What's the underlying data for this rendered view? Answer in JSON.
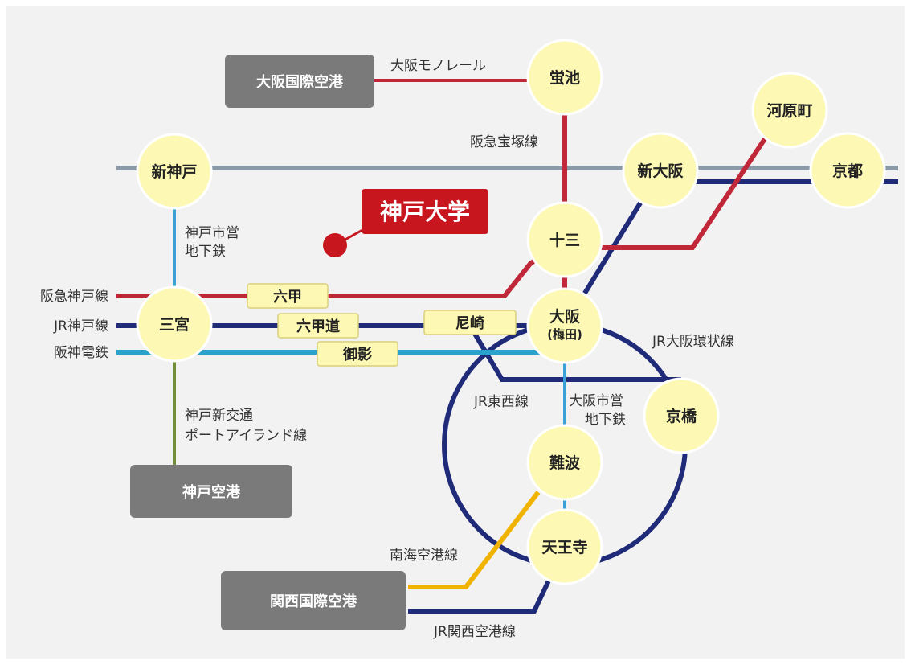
{
  "university": {
    "label": "神戸大学",
    "color": "#c8161e"
  },
  "stations": {
    "shinkobe": "新神戸",
    "hotarugaike": "蛍池",
    "kawaramachi": "河原町",
    "shinosaka": "新大阪",
    "kyoto": "京都",
    "juso": "十三",
    "sannomiya": "三宮",
    "osaka": "大阪",
    "umeda": "(梅田)",
    "kyobashi": "京橋",
    "namba": "難波",
    "tennoji": "天王寺"
  },
  "airports": {
    "itami": "大阪国際空港",
    "kobe": "神戸空港",
    "kansai": "関西国際空港"
  },
  "stops": {
    "rokko": "六甲",
    "rokkomichi": "六甲道",
    "amagasaki": "尼崎",
    "mikage": "御影"
  },
  "lines": {
    "monorail": "大阪モノレール",
    "takarazuka": "阪急宝塚線",
    "subway_kobe_1": "神戸市営",
    "subway_kobe_2": "地下鉄",
    "hankyu_kobe": "阪急神戸線",
    "jr_kobe": "JR神戸線",
    "hanshin": "阪神電鉄",
    "jr_loop": "JR大阪環状線",
    "jr_tozai": "JR東西線",
    "subway_osaka_1": "大阪市営",
    "subway_osaka_2": "地下鉄",
    "port_liner_1": "神戸新交通",
    "port_liner_2": "ポートアイランド線",
    "nankai": "南海空港線",
    "jr_kansai": "JR関西空港線"
  },
  "colors": {
    "hankyu": "#c0283a",
    "jr": "#1f2a78",
    "hanshin": "#2aa3cc",
    "shinkansen": "#8c9aa8",
    "subway": "#3aa0d8",
    "port_liner": "#6f8f3a",
    "nankai": "#f0b400",
    "station_fill": "#fdf9b4",
    "airport_fill": "#7a7a7a"
  }
}
